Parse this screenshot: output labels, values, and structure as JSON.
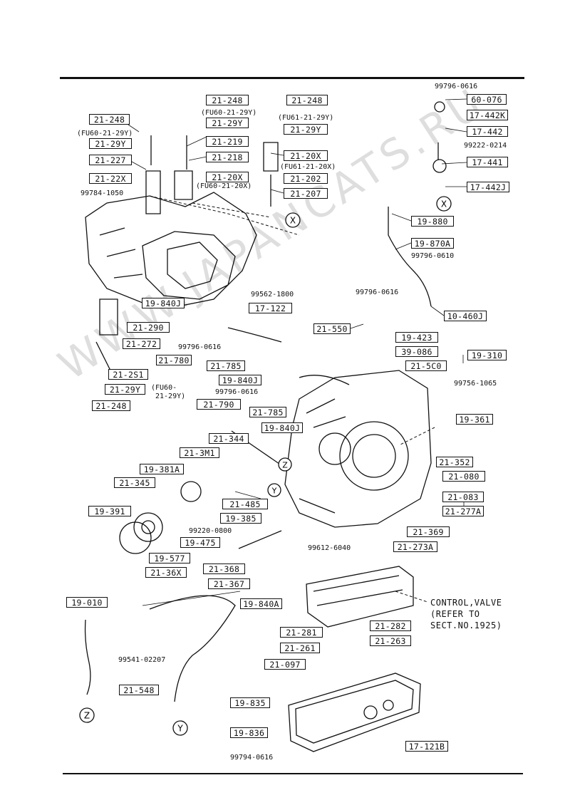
{
  "watermark": "WWW.JAPANCATS.RU",
  "callouts": {
    "x_top": "X",
    "x_mid": "X",
    "y_left": "Y",
    "y_bottom": "Y",
    "z_left": "Z",
    "z_bottom": "Z"
  },
  "control_valve_note": "CONTROL,VALVE\n(REFER TO\nSECT.NO.1925)",
  "part_numbers_boxed": {
    "p21_248_a": "21-248",
    "p21_248_b": "21-248",
    "p21_248_c": "21-248",
    "p21_248_d": "21-248",
    "p21_29y_a": "21-29Y",
    "p21_29y_b": "21-29Y",
    "p21_29y_c": "21-29Y",
    "p21_29y_d": "21-29Y",
    "p21_219": "21-219",
    "p21_218": "21-218",
    "p21_227": "21-227",
    "p21_22x": "21-22X",
    "p21_20x_a": "21-20X",
    "p21_20x_b": "21-20X",
    "p21_202": "21-202",
    "p21_207": "21-207",
    "p60_076": "60-076",
    "p17_442k": "17-442K",
    "p17_442": "17-442",
    "p17_441": "17-441",
    "p17_442j": "17-442J",
    "p19_880": "19-880",
    "p19_870a": "19-870A",
    "p19_840j_a": "19-840J",
    "p19_840j_b": "19-840J",
    "p19_840j_c": "19-840J",
    "p17_122": "17-122",
    "p10_460j": "10-460J",
    "p21_550": "21-550",
    "p19_423": "19-423",
    "p39_086": "39-086",
    "p19_310": "19-310",
    "p21_5c0": "21-5C0",
    "p21_290": "21-290",
    "p21_272": "21-272",
    "p21_780": "21-780",
    "p21_785_a": "21-785",
    "p21_785_b": "21-785",
    "p21_2s1": "21-2S1",
    "p21_790": "21-790",
    "p19_361": "19-361",
    "p21_352": "21-352",
    "p21_080": "21-080",
    "p21_083": "21-083",
    "p21_277a": "21-277A",
    "p21_344": "21-344",
    "p21_3m1": "21-3M1",
    "p19_381a": "19-381A",
    "p21_345": "21-345",
    "p21_485": "21-485",
    "p19_385": "19-385",
    "p19_391": "19-391",
    "p19_475": "19-475",
    "p21_369": "21-369",
    "p21_273a": "21-273A",
    "p19_577": "19-577",
    "p21_36x": "21-36X",
    "p21_368": "21-368",
    "p21_367": "21-367",
    "p19_010": "19-010",
    "p19_840a": "19-840A",
    "p21_281": "21-281",
    "p21_282": "21-282",
    "p21_261": "21-261",
    "p21_263": "21-263",
    "p21_097": "21-097",
    "p21_548": "21-548",
    "p19_835": "19-835",
    "p19_836": "19-836",
    "p17_121b": "17-121B"
  },
  "part_numbers_plain": {
    "n99796_0616_a": "99796-0616",
    "n99222_0214": "99222-0214",
    "n99784_1050": "99784-1050",
    "n99796_0610": "99796-0610",
    "n99562_1800": "99562-1800",
    "n99796_0616_b": "99796-0616",
    "n99796_0616_c": "99796-0616",
    "n99796_0616_d": "99796-0616",
    "n99756_1065": "99756-1065",
    "n99220_0800": "99220-0800",
    "n99612_6040": "99612-6040",
    "n99541_02207": "99541-02207",
    "n99794_0616": "99794-0616"
  },
  "model_notes": {
    "fu60_a": "(FU60-21-29Y)",
    "fu60_b": "(FU60-21-29Y)",
    "fu61_a": "(FU61-21-29Y)",
    "fu61_b": "(FU61-21-20X)",
    "fu60_c": "(FU60-21-20X)",
    "fu60_d1": "(FU60-",
    "fu60_d2": "21-29Y)"
  }
}
